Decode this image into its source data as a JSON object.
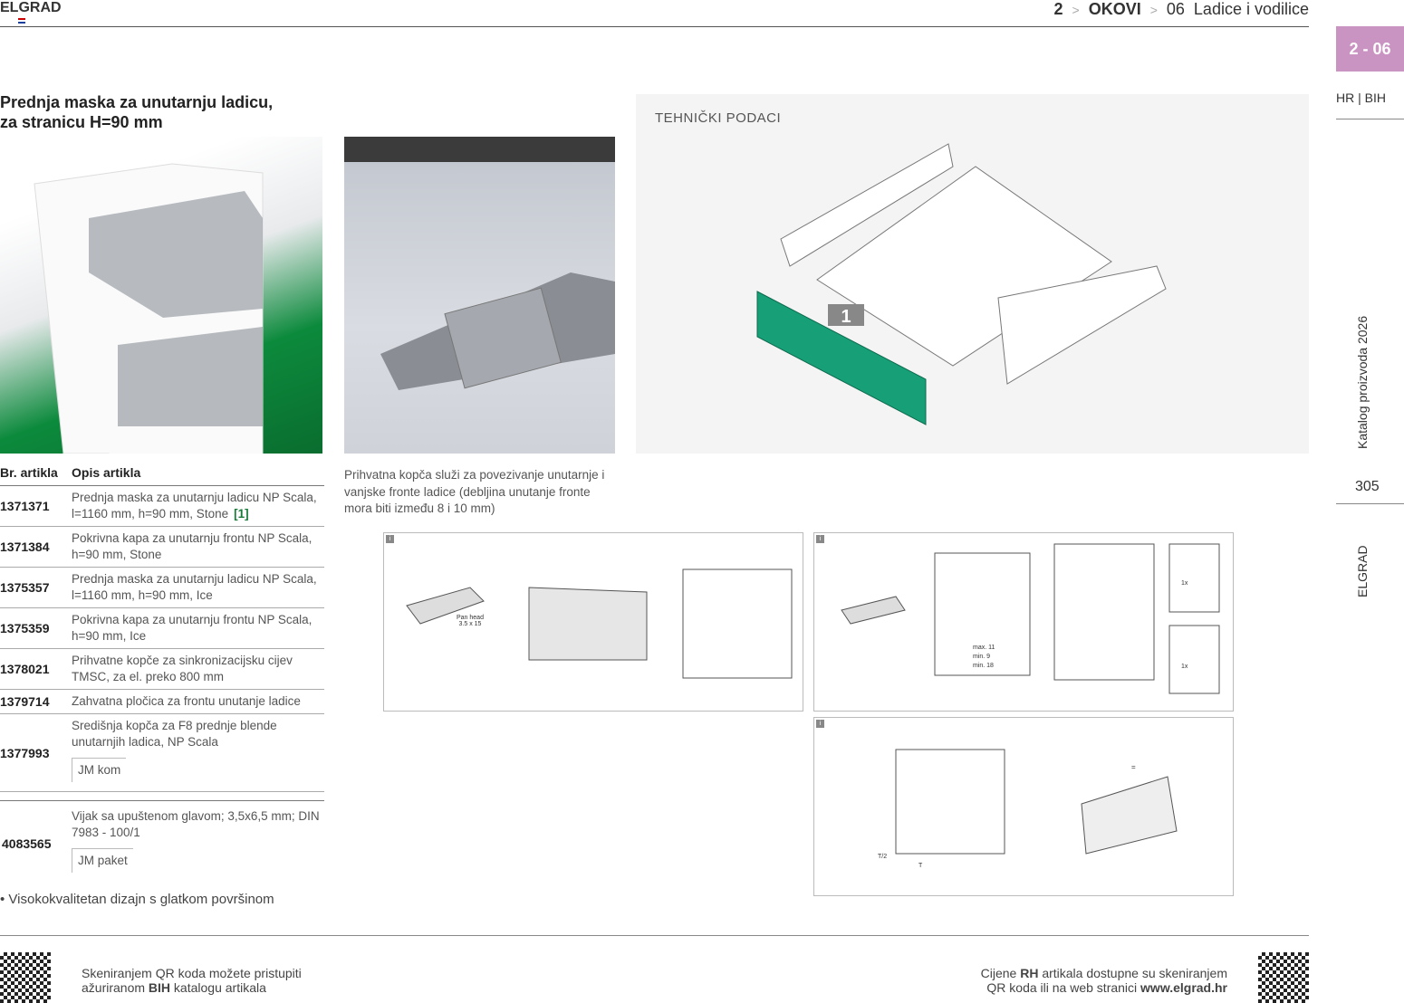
{
  "header": {
    "brand": "ELGRAD",
    "breadcrumb": [
      "2",
      "OKOVI",
      "06",
      "Ladice i vodilice"
    ]
  },
  "side": {
    "tab": "2 - 06",
    "lang": "HR | BIH",
    "catalog": "Katalog proizvoda 2026",
    "page": "305",
    "brand": "ELGRAD"
  },
  "title_line1": "Prednja maska za unutarnju ladicu,",
  "title_line2": "za stranicu H=90 mm",
  "tech": {
    "label": "TEHNIČKI PODACI",
    "marker": "1",
    "accent": "#17a077"
  },
  "caption": "Prihvatna kopča služi za povezivanje unutarnje i vanjske fronte ladice (debljina unutanje fronte mora biti između 8 i 10 mm)",
  "table": {
    "headers": [
      "Br. artikla",
      "Opis artikla"
    ],
    "rows": [
      {
        "code": "1371371",
        "desc": "Prednja maska za unutarnju ladicu NP Scala, l=1160 mm, h=90 mm, Stone",
        "ref": "[1]"
      },
      {
        "code": "1371384",
        "desc": "Pokrivna kapa za unutarnju frontu NP Scala, h=90 mm, Stone"
      },
      {
        "code": "1375357",
        "desc": "Prednja maska za unutarnju ladicu NP Scala, l=1160 mm, h=90 mm, Ice"
      },
      {
        "code": "1375359",
        "desc": "Pokrivna kapa za unutarnju frontu NP Scala, h=90 mm, Ice"
      },
      {
        "code": "1378021",
        "desc": "Prihvatne kopče za sinkronizacijsku cijev TMSC, za el. preko 800 mm"
      },
      {
        "code": "1379714",
        "desc": "Zahvatna pločica za frontu unutanje ladice"
      },
      {
        "code": "1377993",
        "desc": "Središnja kopča za F8 prednje blende unutarnjih ladica, NP Scala",
        "unit": "JM   kom"
      }
    ],
    "extra": {
      "code": "4083565",
      "desc": "Vijak sa upuštenom glavom; 3,5x6,5 mm; DIN 7983 - 100/1",
      "unit": "JM   paket"
    }
  },
  "diagrams": {
    "info": "i",
    "pan_head": "Pan head",
    "screw": "3.5 x 15",
    "max": "max. 11",
    "min9": "min. 9",
    "min18": "min. 18",
    "onex": "1x",
    "t2": "T/2",
    "t": "T",
    "eq": "="
  },
  "bullet": "Visokokvalitetan dizajn s glatkom površinom",
  "footer": {
    "left1": "Skeniranjem QR koda možete pristupiti",
    "left2a": "ažuriranom ",
    "left2b": "BIH",
    "left2c": " katalogu artikala",
    "right1a": "Cijene ",
    "right1b": "RH",
    "right1c": " artikala dostupne su skeniranjem",
    "right2a": "QR koda ili na web stranici ",
    "right2b": "www.elgrad.hr"
  }
}
